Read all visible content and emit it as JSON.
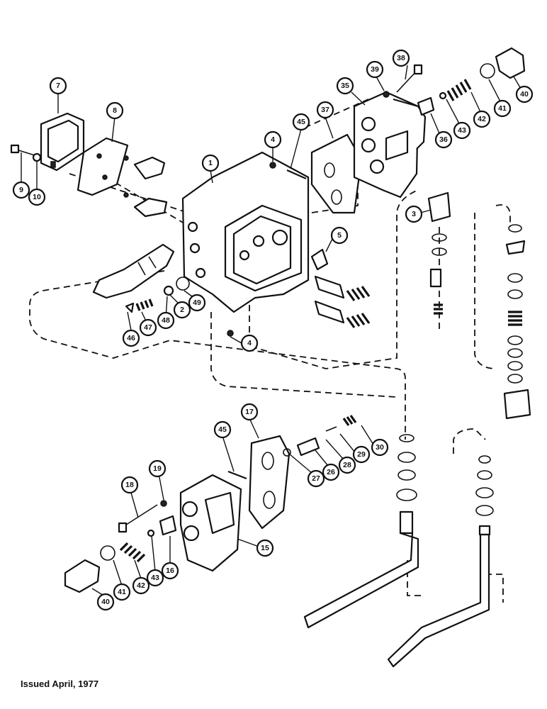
{
  "footer": {
    "issued_text": "Issued April, 1977"
  },
  "callouts": [
    {
      "id": "7",
      "label": "7"
    },
    {
      "id": "8",
      "label": "8"
    },
    {
      "id": "9",
      "label": "9"
    },
    {
      "id": "10",
      "label": "10"
    },
    {
      "id": "1",
      "label": "1"
    },
    {
      "id": "4a",
      "label": "4"
    },
    {
      "id": "45a",
      "label": "45"
    },
    {
      "id": "37",
      "label": "37"
    },
    {
      "id": "35",
      "label": "35"
    },
    {
      "id": "39",
      "label": "39"
    },
    {
      "id": "38",
      "label": "38"
    },
    {
      "id": "36",
      "label": "36"
    },
    {
      "id": "43a",
      "label": "43"
    },
    {
      "id": "42a",
      "label": "42"
    },
    {
      "id": "41a",
      "label": "41"
    },
    {
      "id": "40a",
      "label": "40"
    },
    {
      "id": "3",
      "label": "3"
    },
    {
      "id": "5",
      "label": "5"
    },
    {
      "id": "46",
      "label": "46"
    },
    {
      "id": "47",
      "label": "47"
    },
    {
      "id": "48",
      "label": "48"
    },
    {
      "id": "2",
      "label": "2"
    },
    {
      "id": "49",
      "label": "49"
    },
    {
      "id": "4b",
      "label": "4"
    },
    {
      "id": "17",
      "label": "17"
    },
    {
      "id": "45b",
      "label": "45"
    },
    {
      "id": "30",
      "label": "30"
    },
    {
      "id": "29",
      "label": "29"
    },
    {
      "id": "28",
      "label": "28"
    },
    {
      "id": "26",
      "label": "26"
    },
    {
      "id": "27",
      "label": "27"
    },
    {
      "id": "19",
      "label": "19"
    },
    {
      "id": "18",
      "label": "18"
    },
    {
      "id": "15",
      "label": "15"
    },
    {
      "id": "16",
      "label": "16"
    },
    {
      "id": "43b",
      "label": "43"
    },
    {
      "id": "42b",
      "label": "42"
    },
    {
      "id": "41b",
      "label": "41"
    },
    {
      "id": "40b",
      "label": "40"
    }
  ]
}
